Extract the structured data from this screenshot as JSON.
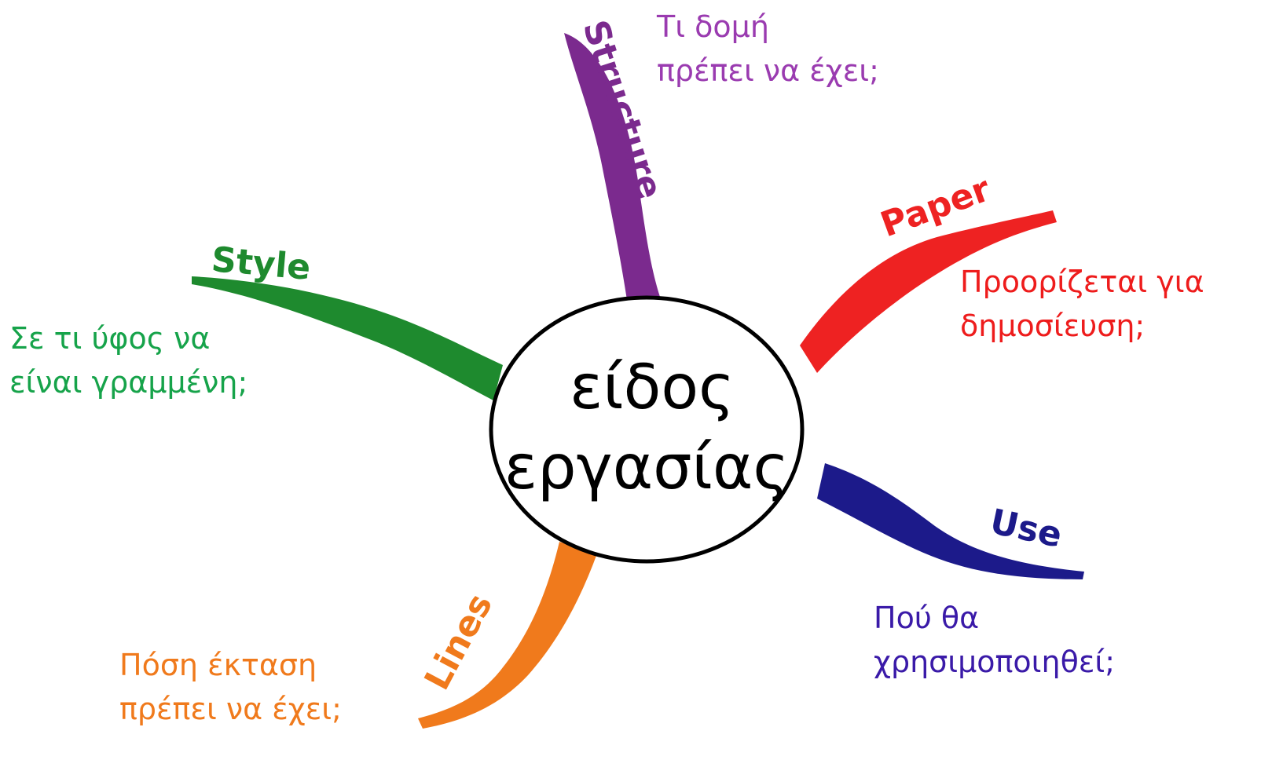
{
  "center": {
    "line1": "είδος",
    "line2": "εργασίας"
  },
  "branches": {
    "structure": {
      "label": "Structure",
      "color": "#7b2a8e",
      "question": [
        "Τι δομή",
        "πρέπει να έχει;"
      ],
      "text_color": "#9a3bb0"
    },
    "paper": {
      "label": "Paper",
      "color": "#ee2222",
      "question": [
        "Προορίζεται για",
        "δημοσίευση;"
      ],
      "text_color": "#ee1c1c"
    },
    "use": {
      "label": "Use",
      "color": "#1c1a8a",
      "question": [
        "Πού θα",
        "χρησιμοποιηθεί;"
      ],
      "text_color": "#3a1aa8"
    },
    "lines": {
      "label": "Lines",
      "color": "#f07a1c",
      "question": [
        "Πόση έκταση",
        "πρέπει να έχει;"
      ],
      "text_color": "#f07a1c"
    },
    "style": {
      "label": "Style",
      "color": "#1e8a2e",
      "question": [
        "Σε τι ύφος να",
        "είναι γραμμένη;"
      ],
      "text_color": "#16a34a"
    }
  }
}
